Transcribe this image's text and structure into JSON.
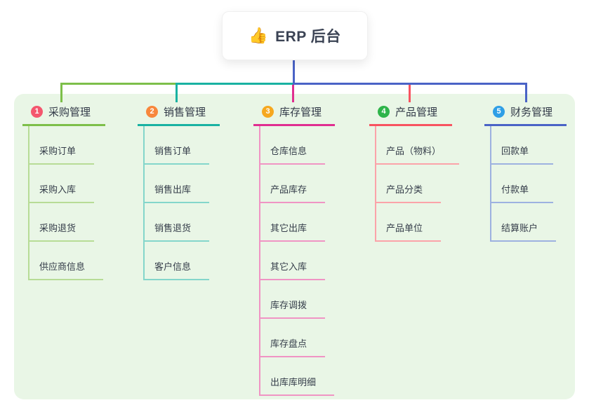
{
  "root": {
    "icon": "👍",
    "title": "ERP 后台",
    "line_color": "#4a63c6"
  },
  "canvas": {
    "panel_color": "#e9f6e6"
  },
  "branches": [
    {
      "badge": "1",
      "label": "采购管理",
      "color": "#7dbf4a",
      "light_color": "#b7dc96",
      "badge_color": "#f4566e",
      "children": [
        "采购订单",
        "采购入库",
        "采购退货",
        "供应商信息"
      ]
    },
    {
      "badge": "2",
      "label": "销售管理",
      "color": "#19b2a2",
      "light_color": "#84d6cb",
      "badge_color": "#f8873c",
      "children": [
        "销售订单",
        "销售出库",
        "销售退货",
        "客户信息"
      ]
    },
    {
      "badge": "3",
      "label": "库存管理",
      "color": "#e02e90",
      "light_color": "#f094c4",
      "badge_color": "#f6a81f",
      "children": [
        "仓库信息",
        "产品库存",
        "其它出库",
        "其它入库",
        "库存调拨",
        "库存盘点",
        "出库库明细"
      ]
    },
    {
      "badge": "4",
      "label": "产品管理",
      "color": "#f85360",
      "light_color": "#fba3a9",
      "badge_color": "#2eb44a",
      "children": [
        "产品（物料）",
        "产品分类",
        "产品单位"
      ]
    },
    {
      "badge": "5",
      "label": "财务管理",
      "color": "#4a63c6",
      "light_color": "#9db1e0",
      "badge_color": "#2f9fe6",
      "children": [
        "回款单",
        "付款单",
        "结算账户"
      ]
    }
  ]
}
